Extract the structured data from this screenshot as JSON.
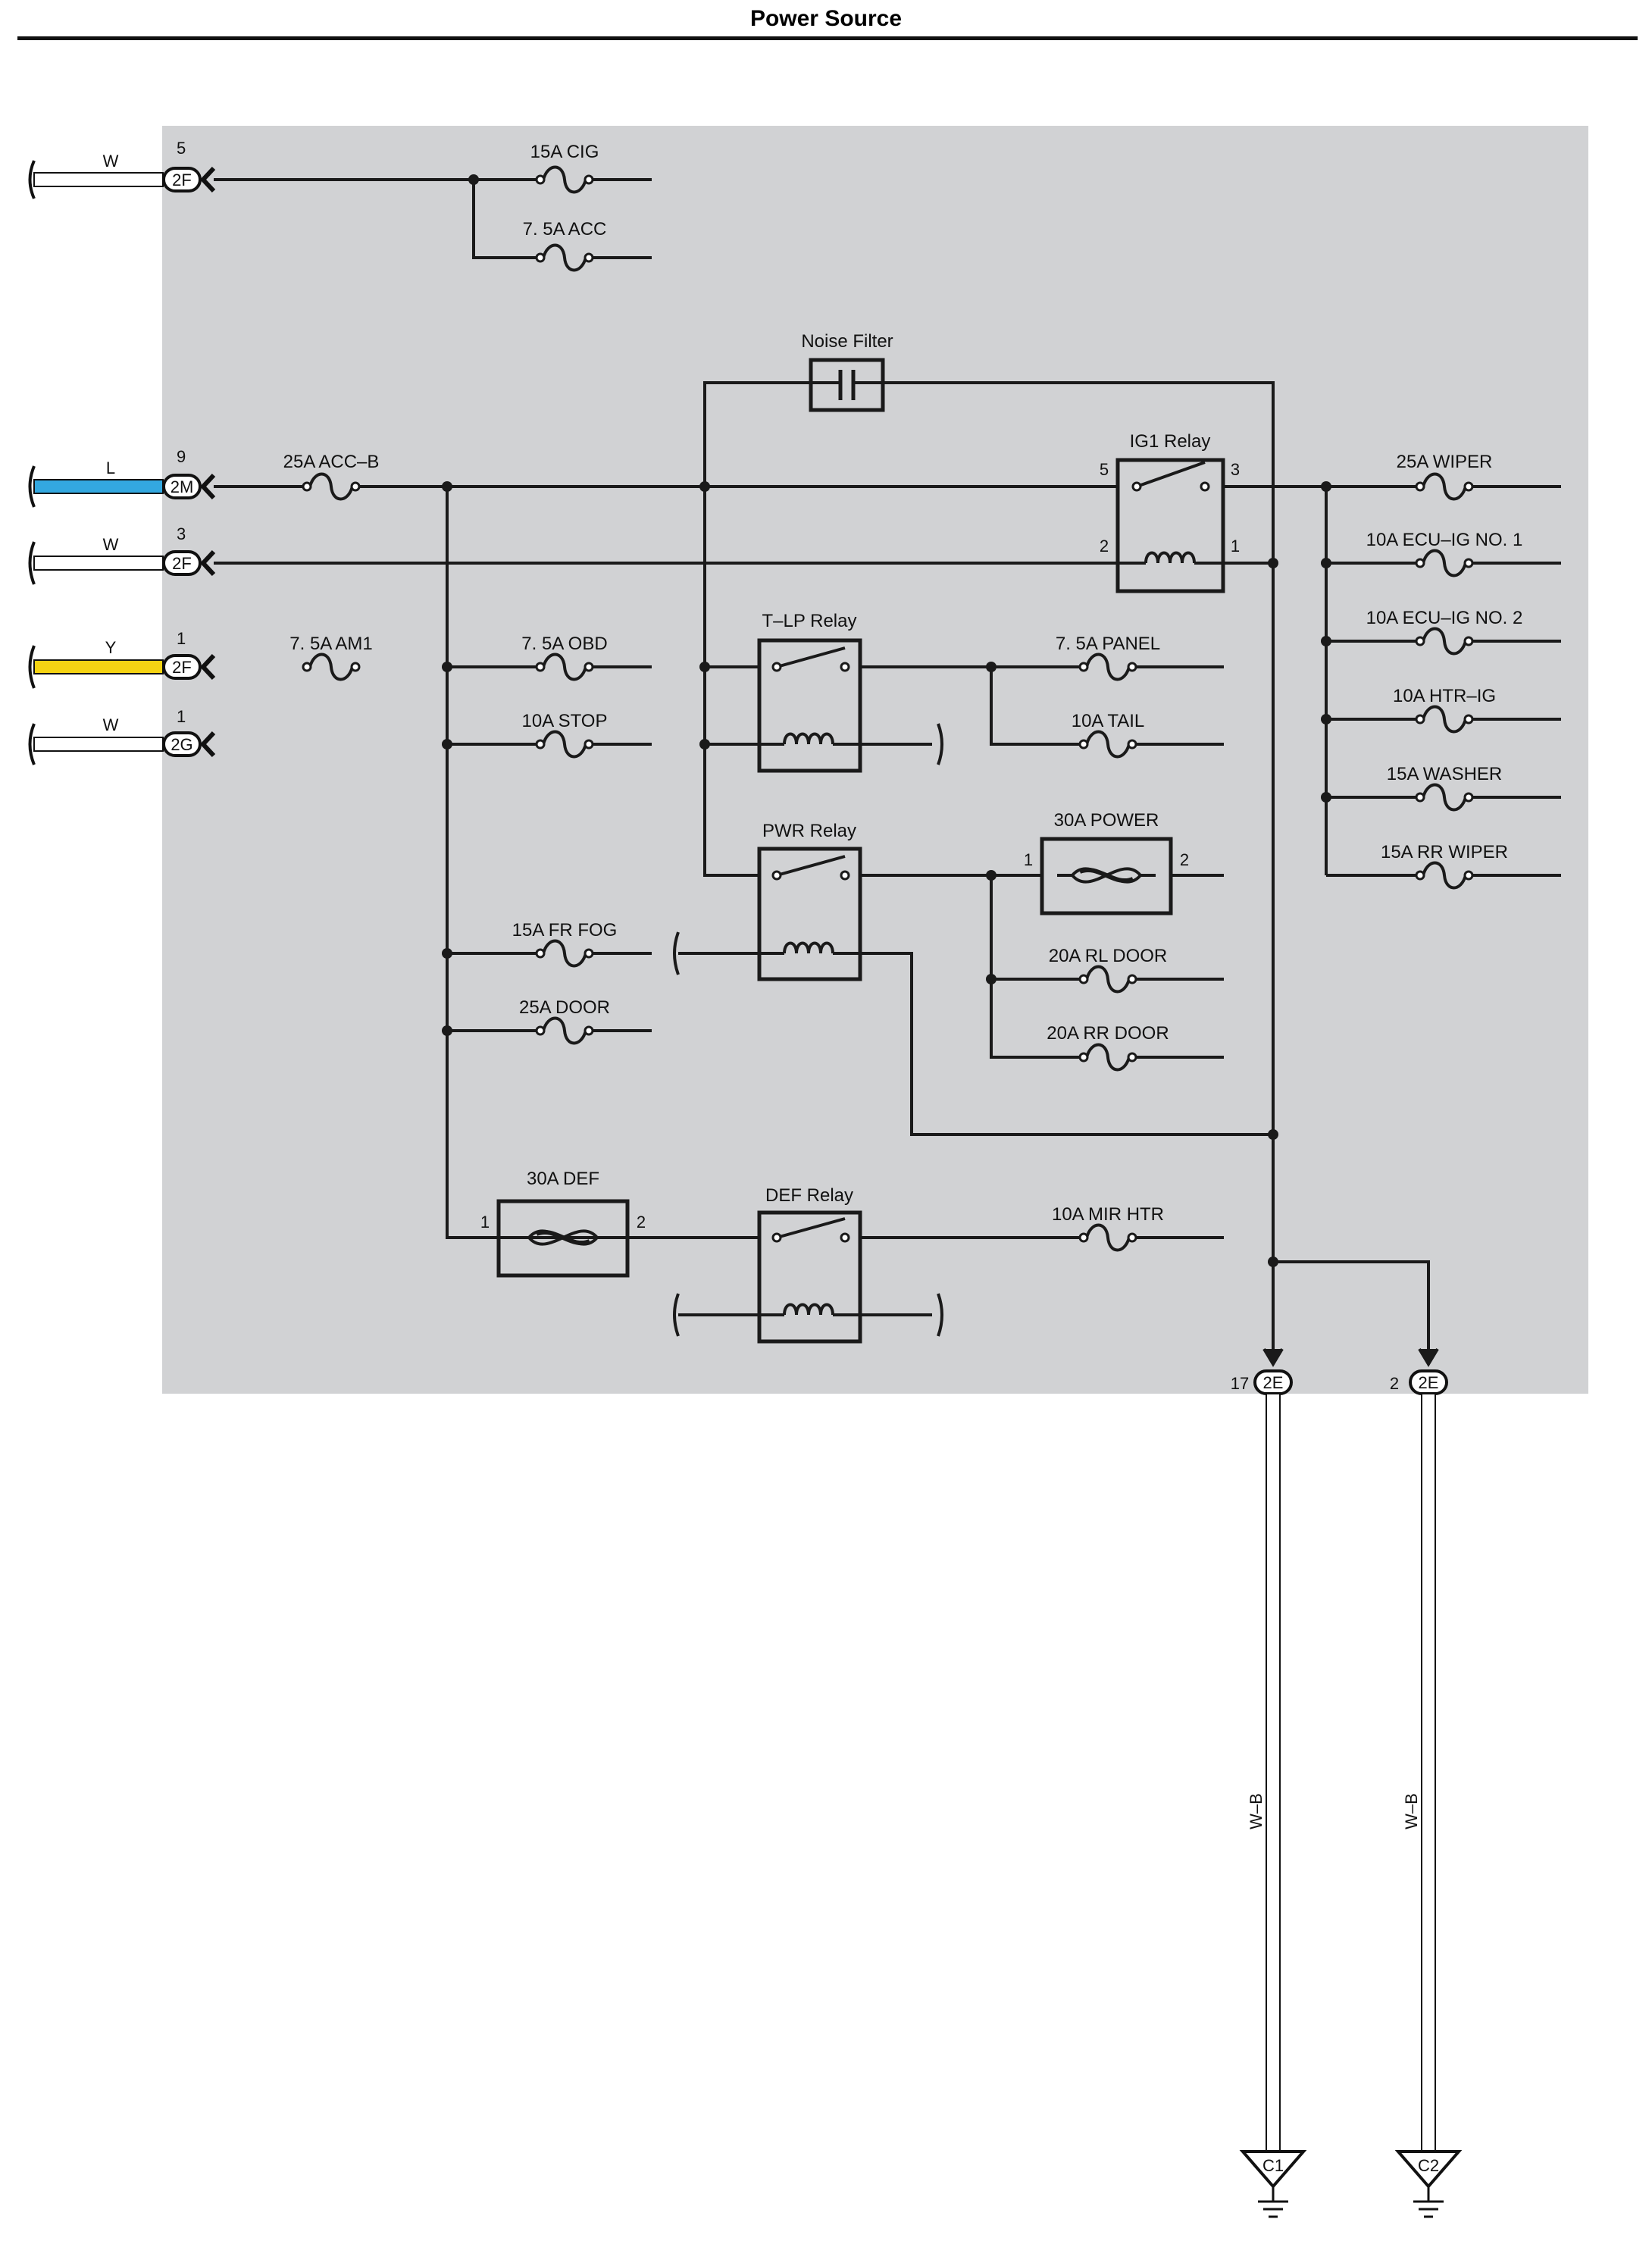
{
  "page_title": "Power Source",
  "colors": {
    "panel_bg": "#d1d2d4",
    "wire": "#1a1a1a",
    "L": "#33a8e0",
    "Y": "#f5d313",
    "W": "#ffffff"
  },
  "inputs": [
    {
      "wire": "W",
      "pin": "5",
      "connector": "2F"
    },
    {
      "wire": "L",
      "pin": "9",
      "connector": "2M"
    },
    {
      "wire": "W",
      "pin": "3",
      "connector": "2F"
    },
    {
      "wire": "Y",
      "pin": "1",
      "connector": "2F"
    },
    {
      "wire": "W",
      "pin": "1",
      "connector": "2G"
    }
  ],
  "fuses": {
    "cig": "15A CIG",
    "acc": "7. 5A ACC",
    "acc_b": "25A ACC–B",
    "am1": "7. 5A AM1",
    "obd": "7. 5A OBD",
    "stop": "10A STOP",
    "fr_fog": "15A FR FOG",
    "door": "25A DOOR",
    "panel": "7. 5A PANEL",
    "tail": "10A TAIL",
    "rl_door": "20A RL DOOR",
    "rr_door": "20A RR DOOR",
    "mir_htr": "10A MIR HTR",
    "wiper": "25A WIPER",
    "ecu_ig1": "10A ECU–IG NO. 1",
    "ecu_ig2": "10A ECU–IG NO. 2",
    "htr_ig": "10A HTR–IG",
    "washer": "15A WASHER",
    "rr_wiper": "15A RR WIPER"
  },
  "fusible_links": {
    "power": {
      "label": "30A POWER",
      "pin_a": "1",
      "pin_b": "2"
    },
    "def": {
      "label": "30A DEF",
      "pin_a": "1",
      "pin_b": "2"
    }
  },
  "relays": {
    "ig1": {
      "label": "IG1 Relay",
      "pins": [
        "5",
        "3",
        "2",
        "1"
      ]
    },
    "tlp": {
      "label": "T–LP Relay"
    },
    "pwr": {
      "label": "PWR Relay"
    },
    "def": {
      "label": "DEF Relay"
    }
  },
  "noise_filter": "Noise Filter",
  "outputs": [
    {
      "pin": "17",
      "connector": "2E",
      "wire": "W–B",
      "ground": "C1"
    },
    {
      "pin": "2",
      "connector": "2E",
      "wire": "W–B",
      "ground": "C2"
    }
  ]
}
